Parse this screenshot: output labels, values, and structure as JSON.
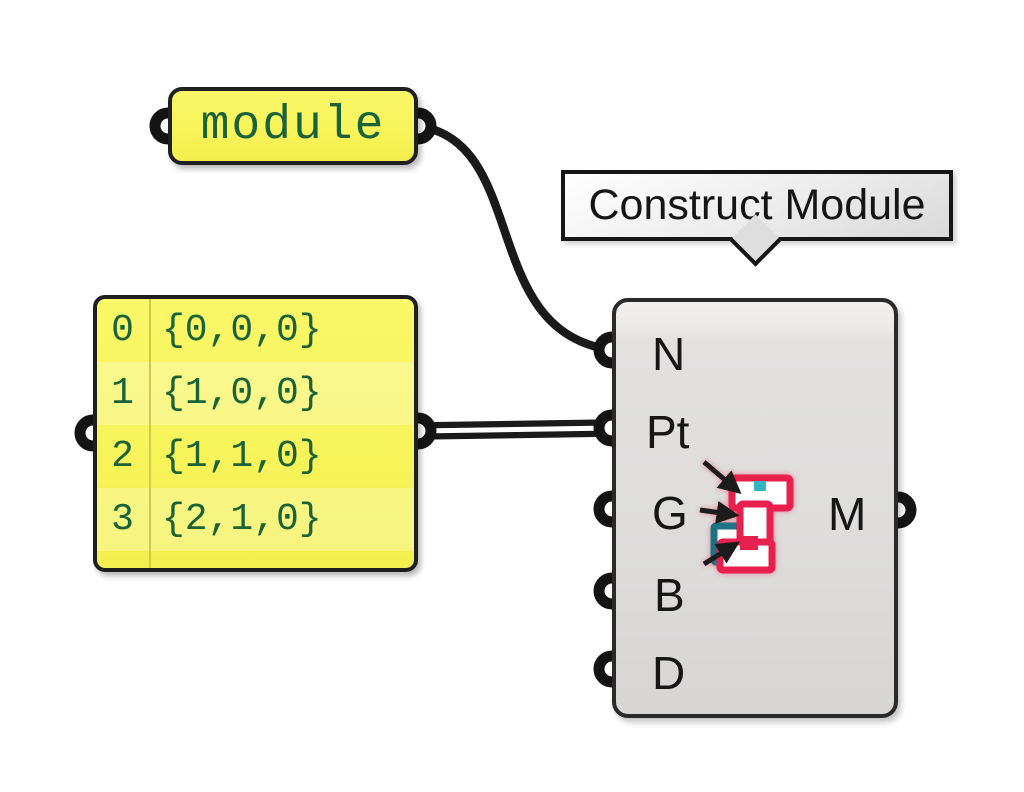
{
  "colors": {
    "canvas": "#ffffff",
    "panel_yellow": "#f8f45c",
    "panel_text_green": "#1a6238",
    "wire_black": "#1a1a1a",
    "component_gray": "#dedddc",
    "icon_red": "#e8204e",
    "icon_teal": "#1d7383"
  },
  "module_panel": {
    "text": "module"
  },
  "data_panel": {
    "rows": [
      {
        "index": "0",
        "value": "{0,0,0}"
      },
      {
        "index": "1",
        "value": "{1,0,0}"
      },
      {
        "index": "2",
        "value": "{1,1,0}"
      },
      {
        "index": "3",
        "value": "{2,1,0}"
      }
    ]
  },
  "tooltip": {
    "label": "Construct Module"
  },
  "component": {
    "inputs": [
      {
        "label": "N"
      },
      {
        "label": "Pt"
      },
      {
        "label": "G"
      },
      {
        "label": "B"
      },
      {
        "label": "D"
      }
    ],
    "outputs": [
      {
        "label": "M"
      }
    ]
  }
}
